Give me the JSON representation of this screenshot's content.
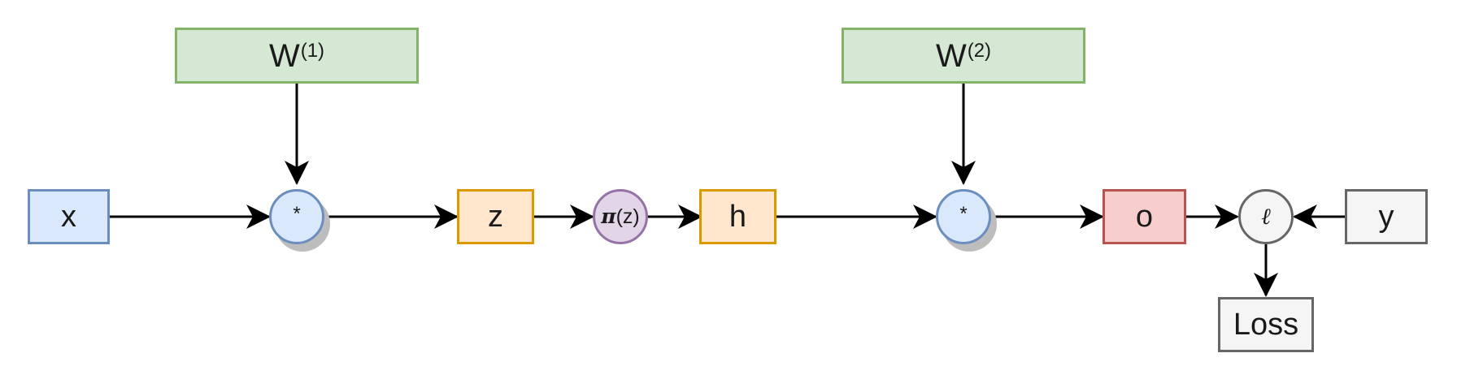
{
  "nodes": {
    "x": "x",
    "w1_base": "W",
    "w1_sup": "(1)",
    "mult1": "*",
    "z": "z",
    "pi_symbol": "π",
    "pi_arg": "(z)",
    "h": "h",
    "w2_base": "W",
    "w2_sup": "(2)",
    "mult2": "*",
    "o": "o",
    "loss_fn": "ℓ",
    "y": "y",
    "loss": "Loss"
  },
  "colors": {
    "input_fill": "#dae8fc",
    "input_stroke": "#6c8ebf",
    "weight_fill": "#d5e8d4",
    "weight_stroke": "#82b366",
    "hidden_fill": "#ffe6cc",
    "hidden_stroke": "#d79b00",
    "activation_fill": "#e1d5e7",
    "activation_stroke": "#9673a6",
    "output_fill": "#f8cecc",
    "output_stroke": "#b85450",
    "target_fill": "#f5f5f5",
    "target_stroke": "#666666",
    "edge": "#000000"
  }
}
